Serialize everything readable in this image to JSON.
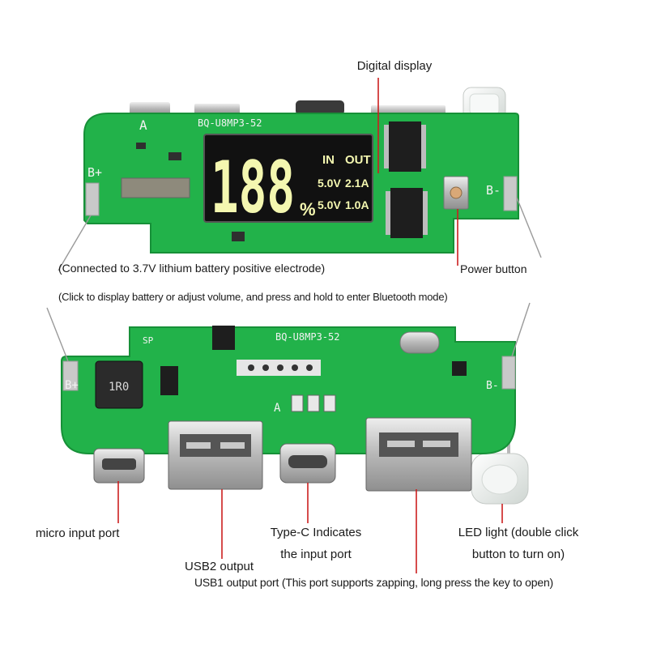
{
  "labels": {
    "digital_display": "Digital display",
    "battery_positive": "(Connected to 3.7V lithium battery positive electrode)",
    "power_button": "Power button",
    "button_function": "(Click to display battery or adjust volume, and press and hold to enter Bluetooth mode)",
    "micro_input": "micro input port",
    "type_c_line1": "Type-C Indicates",
    "type_c_line2": "the input port",
    "led_line1": "LED light (double click",
    "led_line2": "button to turn on)",
    "usb2": "USB2 output",
    "usb1": "USB1 output port (This port supports zapping, long press the key to open)"
  },
  "board": {
    "model": "BQ-U8MP3-52",
    "pad_a": "A",
    "pad_b_plus": "B+",
    "pad_b_minus": "B-",
    "inductor": "1R0",
    "silk_sp": "SP",
    "silk_a_bottom": "A"
  },
  "display": {
    "digits": "188",
    "percent": "%",
    "in_label": "IN",
    "out_label": "OUT",
    "in_value": "5.0V",
    "out_value_1": "2.1A",
    "out_value_2": "5.0V",
    "out_value_3": "1.0A",
    "digit_color": "#f4f7b0"
  },
  "colors": {
    "pcb": "#22b24a",
    "pcb_dark": "#179038",
    "callout_line": "#cc1f1f",
    "side_line": "#9a9a9a"
  }
}
